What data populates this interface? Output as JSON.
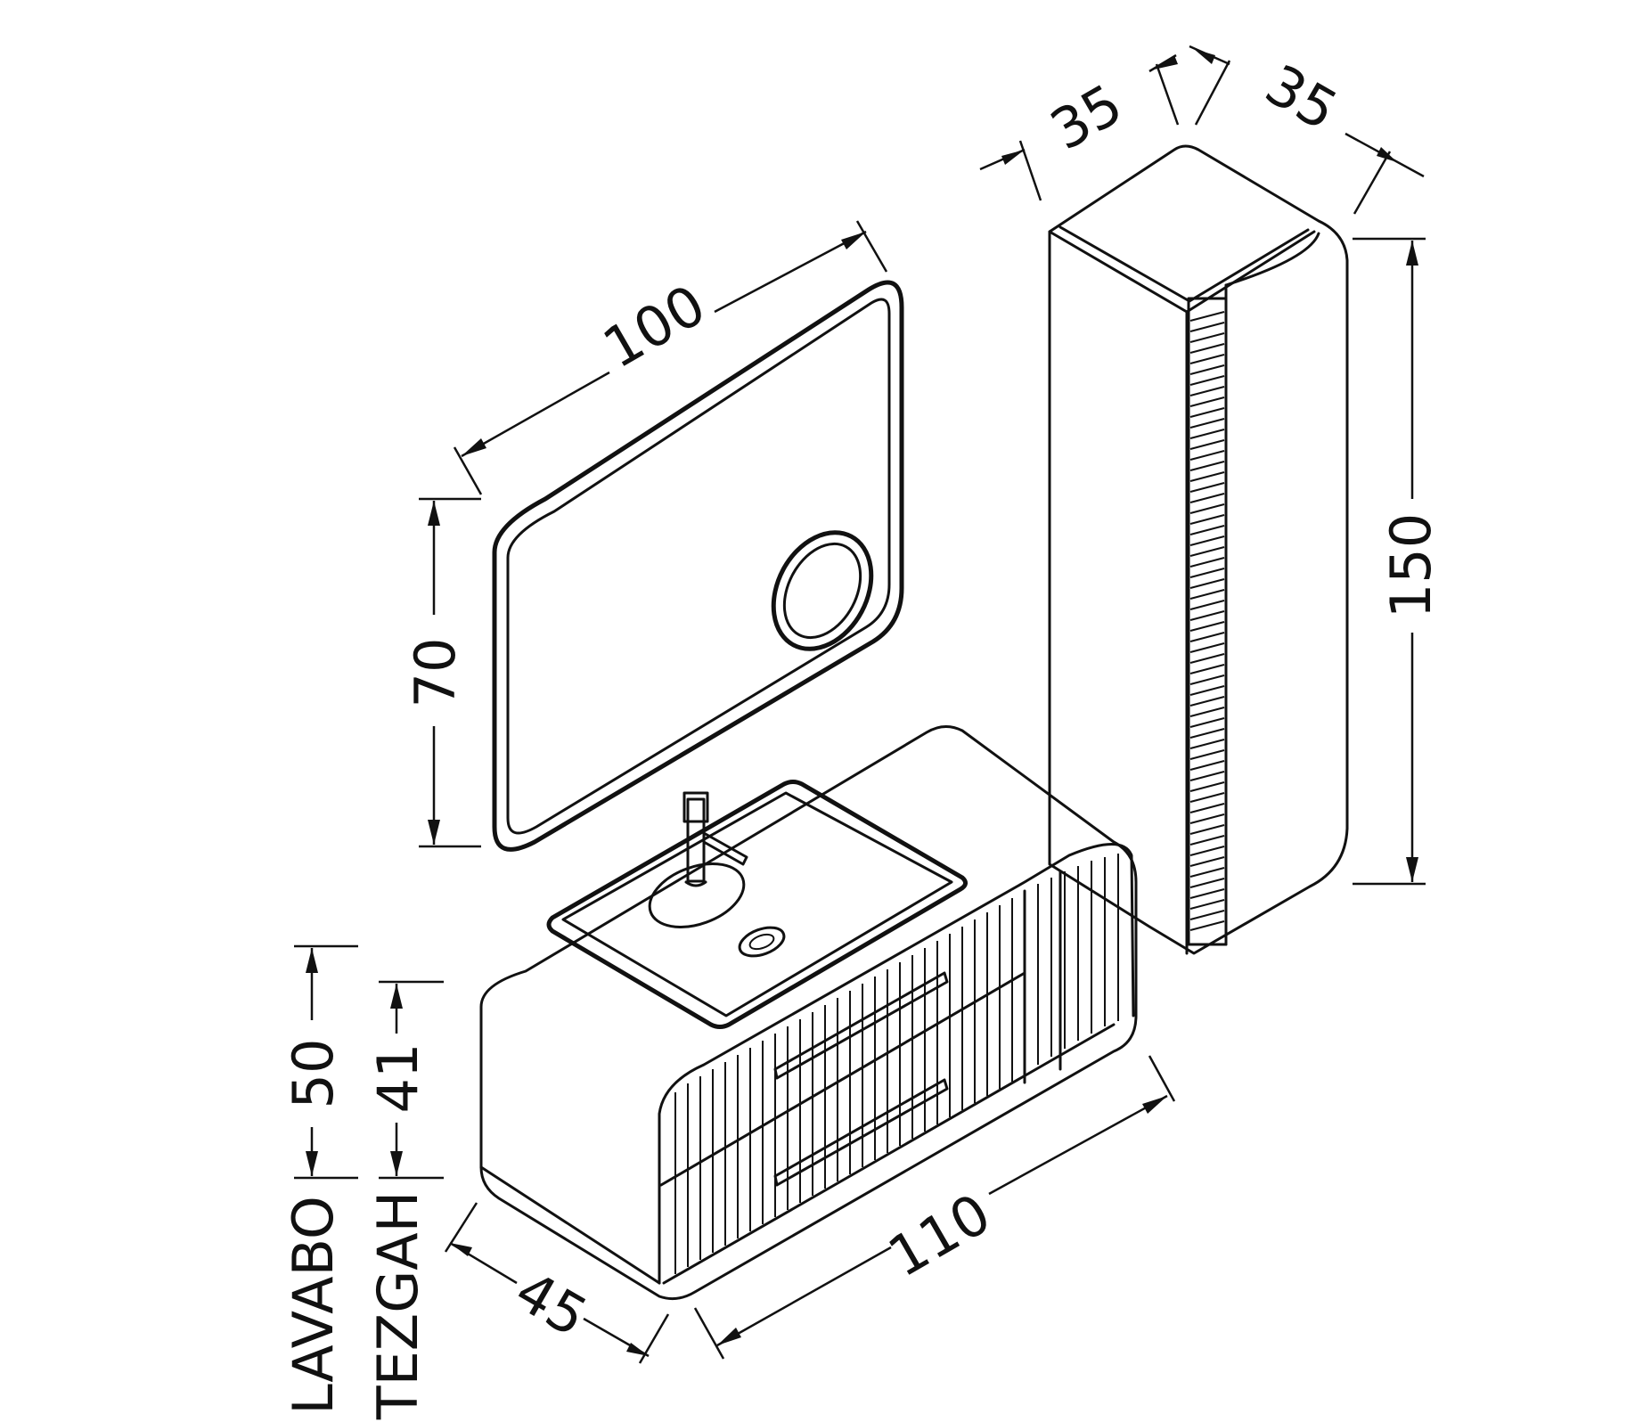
{
  "dimensions": {
    "mirror_width": "100",
    "mirror_height": "70",
    "cabinet_depth": "35",
    "cabinet_width": "35",
    "cabinet_height": "150",
    "vanity_width": "110",
    "vanity_depth": "45",
    "basin_height": "50",
    "counter_height": "41"
  },
  "labels": {
    "basin": "LAVABO",
    "counter": "TEZGAH"
  }
}
